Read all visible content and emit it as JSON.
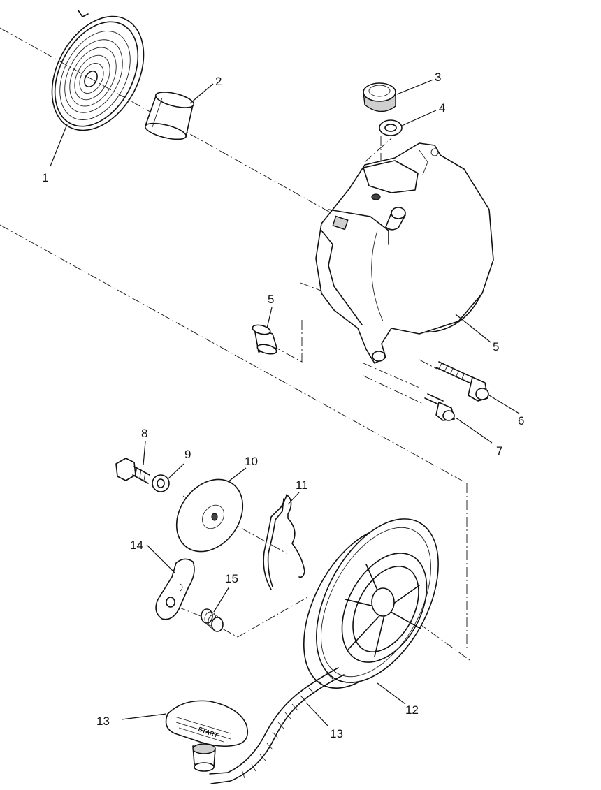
{
  "diagram": {
    "handle_stamp": "START",
    "parts": [
      {
        "id": "spring",
        "number": "1"
      },
      {
        "id": "bushing",
        "number": "2"
      },
      {
        "id": "cap",
        "number": "3"
      },
      {
        "id": "washer",
        "number": "4"
      },
      {
        "id": "bushing-small",
        "number": "5"
      },
      {
        "id": "housing",
        "number": "5"
      },
      {
        "id": "bolt-long",
        "number": "6"
      },
      {
        "id": "bolt-short",
        "number": "7"
      },
      {
        "id": "bolt",
        "number": "8"
      },
      {
        "id": "washer-small",
        "number": "9"
      },
      {
        "id": "plate",
        "number": "10"
      },
      {
        "id": "wire-spring",
        "number": "11"
      },
      {
        "id": "pulley",
        "number": "12"
      },
      {
        "id": "handle",
        "number": "13"
      },
      {
        "id": "rope",
        "number": "13"
      },
      {
        "id": "pawl",
        "number": "14"
      },
      {
        "id": "pawl-spring",
        "number": "15"
      }
    ]
  }
}
